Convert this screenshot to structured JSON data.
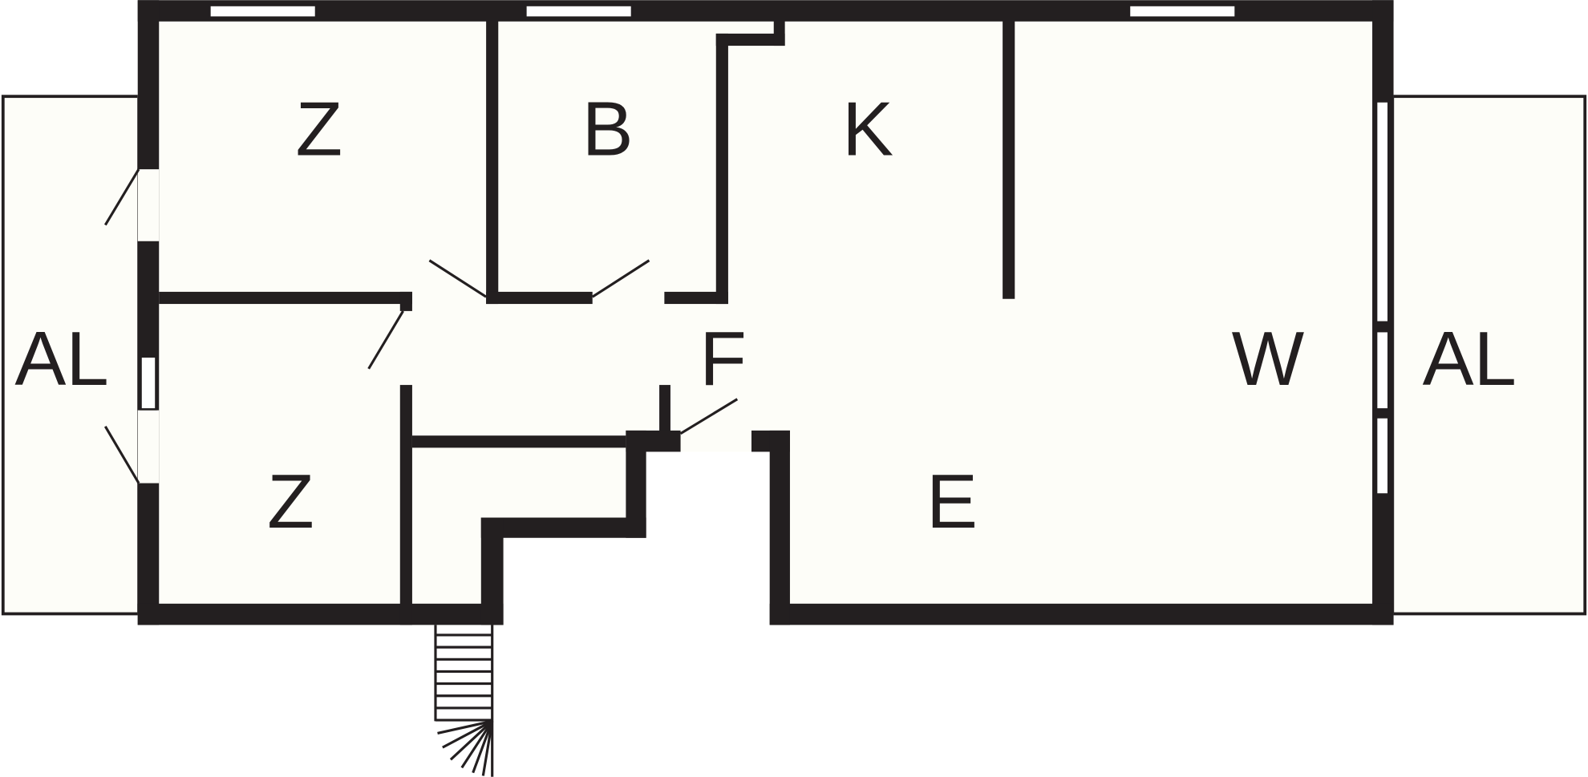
{
  "plan": {
    "rooms": {
      "z1": "Z",
      "b": "B",
      "k": "K",
      "al_left": "AL",
      "z2": "Z",
      "f": "F",
      "w": "W",
      "e": "E",
      "al_right": "AL"
    }
  },
  "colors": {
    "wall": "#231f20",
    "floor": "#fdfdf8",
    "background": "#ffffff"
  }
}
